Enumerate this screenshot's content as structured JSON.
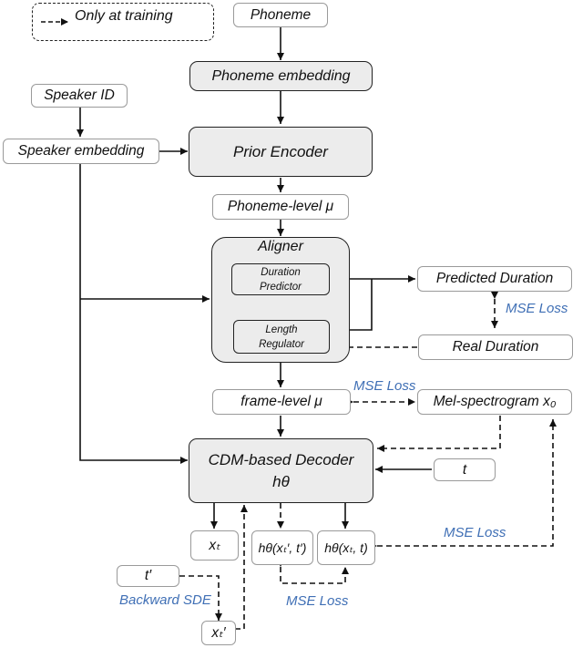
{
  "legend": {
    "text": "Only at training"
  },
  "nodes": {
    "phoneme": "Phoneme",
    "phoneme_embedding": "Phoneme embedding",
    "speaker_id": "Speaker ID",
    "speaker_embedding": "Speaker embedding",
    "prior_encoder": "Prior Encoder",
    "phoneme_level_mu": "Phoneme-level μ",
    "aligner": "Aligner",
    "duration_predictor_1": "Duration",
    "duration_predictor_2": "Predictor",
    "length_regulator_1": "Length",
    "length_regulator_2": "Regulator",
    "predicted_duration": "Predicted Duration",
    "real_duration": "Real Duration",
    "frame_level_mu": "frame-level μ",
    "mel_spectrogram": "Mel-spectrogram x₀",
    "decoder_line1": "CDM-based Decoder",
    "decoder_line2": "hθ",
    "t": "t",
    "t_prime": "t′",
    "x_t": "xₜ",
    "x_t_prime": "xₜ′",
    "h_theta_xtp_tp": "hθ(xₜ′, t′)",
    "h_theta_xt_t": "hθ(xₜ, t)"
  },
  "labels": {
    "mse_loss_duration": "MSE Loss",
    "mse_loss_mel": "MSE Loss",
    "mse_loss_output": "MSE Loss",
    "mse_loss_bottom": "MSE Loss",
    "backward_sde": "Backward SDE"
  },
  "colors": {
    "loss_label": "#3f6fb5",
    "box_fill": "#ececec"
  }
}
